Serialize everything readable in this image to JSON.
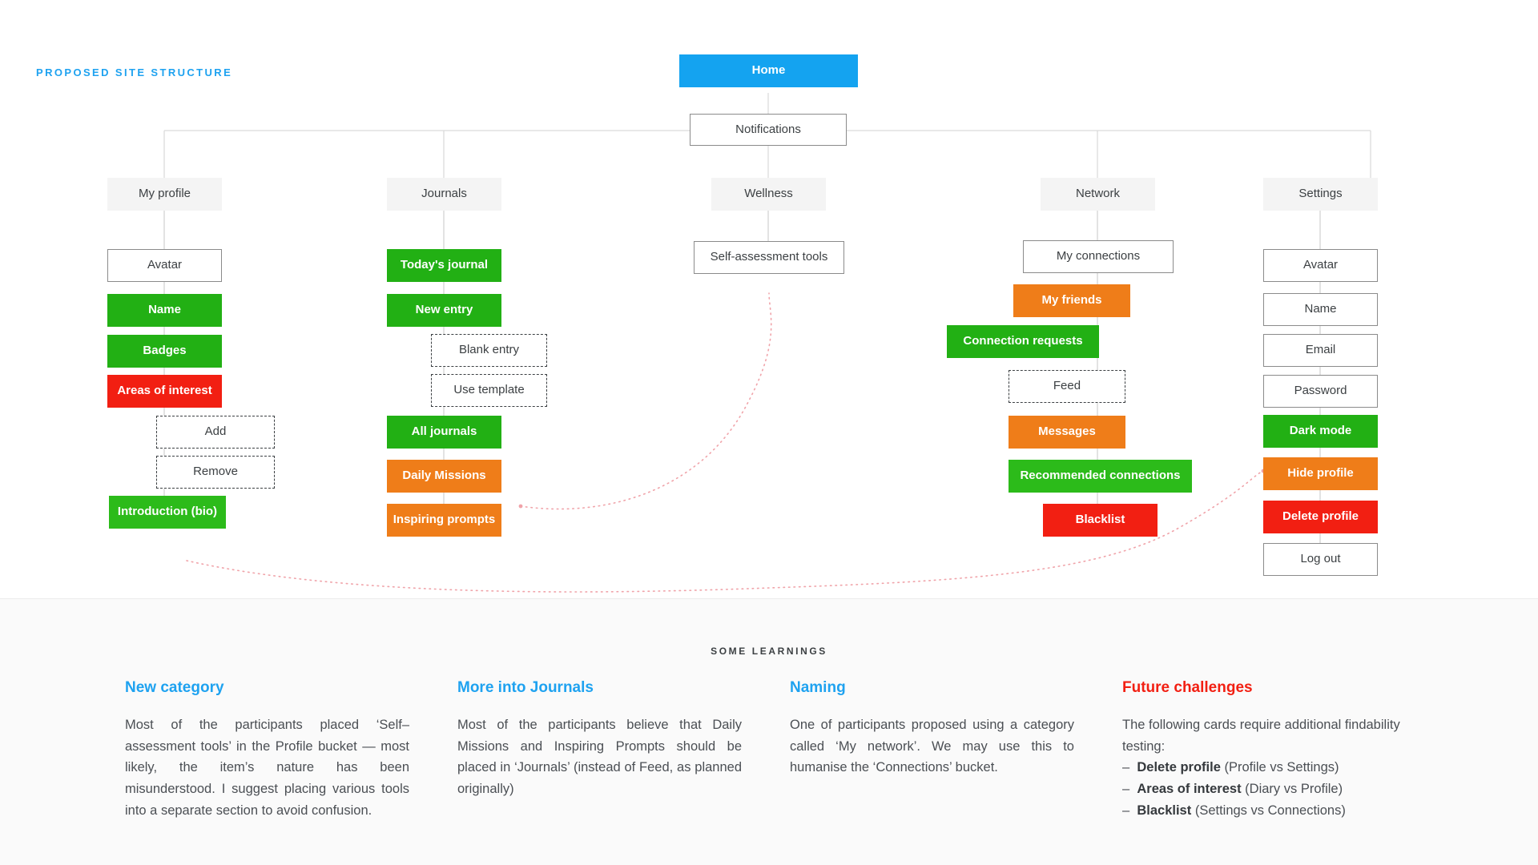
{
  "kickers": {
    "proposed": "PROPOSED SITE STRUCTURE",
    "learnings": "SOME LEARNINGS"
  },
  "colors": {
    "blue": "#14a3f0",
    "green": "#22b014",
    "green_light": "#2cbb1a",
    "orange": "#ef7d19",
    "red": "#f21f12",
    "parent_fill": "#f4f4f4",
    "accent_text_blue": "#1ea2f0",
    "accent_text_red": "#f21f12",
    "connector_dotted": "#f0a3a9"
  },
  "sitemap": {
    "root": {
      "label": "Home",
      "style": "blue"
    },
    "notifications": {
      "label": "Notifications",
      "style": "plain"
    },
    "columns": [
      {
        "id": "my-profile",
        "header": {
          "label": "My profile",
          "style": "parent"
        },
        "children": [
          {
            "label": "Avatar",
            "style": "plain"
          },
          {
            "label": "Name",
            "style": "green"
          },
          {
            "label": "Badges",
            "style": "green"
          },
          {
            "label": "Areas of interest",
            "style": "red"
          },
          {
            "label": "Add",
            "style": "dashed"
          },
          {
            "label": "Remove",
            "style": "dashed"
          },
          {
            "label": "Introduction (bio)",
            "style": "green_light"
          }
        ]
      },
      {
        "id": "journals",
        "header": {
          "label": "Journals",
          "style": "parent"
        },
        "children": [
          {
            "label": "Today's journal",
            "style": "green"
          },
          {
            "label": "New entry",
            "style": "green"
          },
          {
            "label": "Blank entry",
            "style": "dashed"
          },
          {
            "label": "Use template",
            "style": "dashed"
          },
          {
            "label": "All journals",
            "style": "green"
          },
          {
            "label": "Daily Missions",
            "style": "orange"
          },
          {
            "label": "Inspiring prompts",
            "style": "orange"
          }
        ]
      },
      {
        "id": "wellness",
        "header": {
          "label": "Wellness",
          "style": "parent"
        },
        "children": [
          {
            "label": "Self-assessment tools",
            "style": "plain"
          }
        ]
      },
      {
        "id": "network",
        "header": {
          "label": "Network",
          "style": "parent"
        },
        "children": [
          {
            "label": "My connections",
            "style": "plain"
          },
          {
            "label": "My friends",
            "style": "orange"
          },
          {
            "label": "Connection requests",
            "style": "green"
          },
          {
            "label": "Feed",
            "style": "dashed"
          },
          {
            "label": "Messages",
            "style": "orange"
          },
          {
            "label": "Recommended connections",
            "style": "green_light"
          },
          {
            "label": "Blacklist",
            "style": "red"
          }
        ]
      },
      {
        "id": "settings",
        "header": {
          "label": "Settings",
          "style": "parent"
        },
        "children": [
          {
            "label": "Avatar",
            "style": "plain"
          },
          {
            "label": "Name",
            "style": "plain"
          },
          {
            "label": "Email",
            "style": "plain"
          },
          {
            "label": "Password",
            "style": "plain"
          },
          {
            "label": "Dark mode",
            "style": "green"
          },
          {
            "label": "Hide profile",
            "style": "orange"
          },
          {
            "label": "Delete profile",
            "style": "red"
          },
          {
            "label": "Log out",
            "style": "plain"
          }
        ]
      }
    ]
  },
  "learnings": [
    {
      "title": "New category",
      "title_color": "blue",
      "body": "Most of the participants placed ‘Self–assessment tools’ in the Profile bucket — most likely, the item’s nature has been misunderstood. I suggest placing various tools into a separate section to avoid confusion."
    },
    {
      "title": "More into Journals",
      "title_color": "blue",
      "body": "Most of the participants believe that Daily Missions and Inspiring Prompts should be placed in ‘Journals’ (instead of Feed, as planned originally)"
    },
    {
      "title": "Naming",
      "title_color": "blue",
      "body": "One of participants proposed using a category called ‘My network’. We may use this to humanise the ‘Connections’ bucket."
    },
    {
      "title": "Future challenges",
      "title_color": "red",
      "body": "The following cards require additional findability testing:",
      "bullets": [
        {
          "dash": "–",
          "bold": "Delete profile",
          "rest": " (Profile vs Settings)"
        },
        {
          "dash": "–",
          "bold": "Areas of interest",
          "rest": " (Diary vs Profile)"
        },
        {
          "dash": "–",
          "bold": "Blacklist",
          "rest": " (Settings vs Connections)"
        }
      ]
    }
  ]
}
